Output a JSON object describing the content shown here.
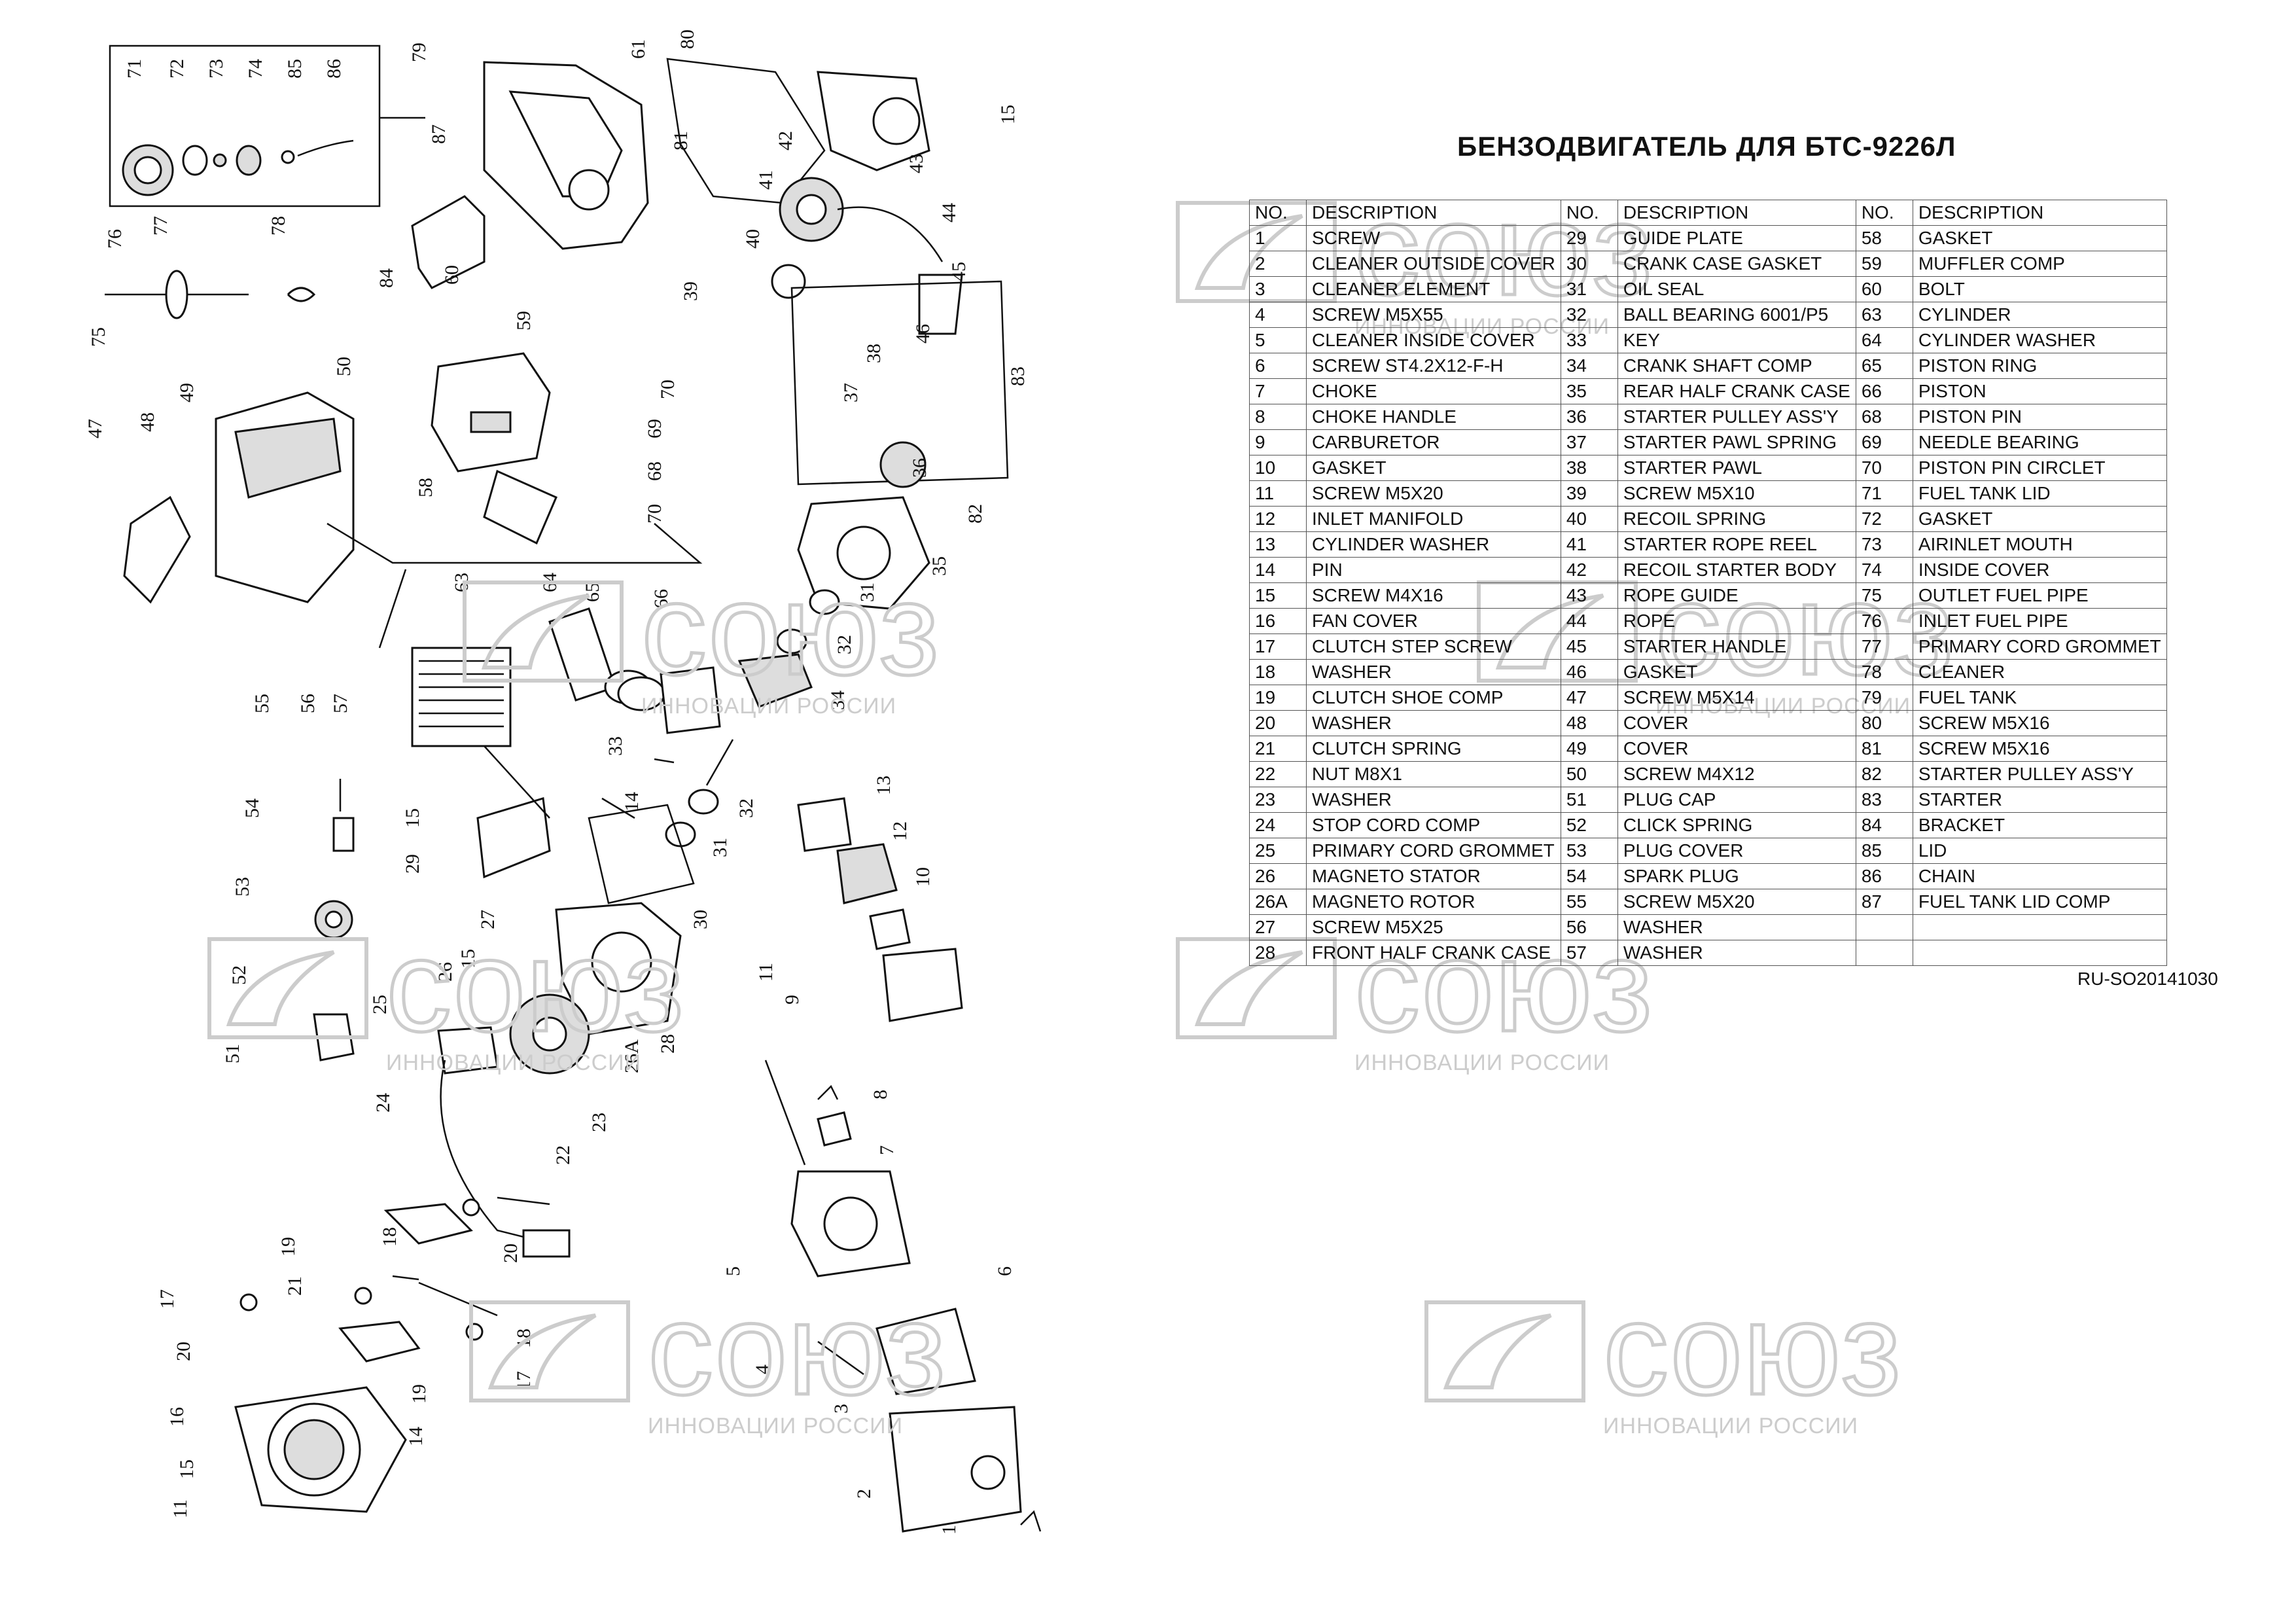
{
  "title": "БЕНЗОДВИГАТЕЛЬ ДЛЯ БТС-9226Л",
  "table_header": {
    "no": "NO.",
    "description": "DESCRIPTION"
  },
  "parts": [
    [
      "1",
      "SCREW"
    ],
    [
      "2",
      "CLEANER OUTSIDE COVER"
    ],
    [
      "3",
      "CLEANER ELEMENT"
    ],
    [
      "4",
      "SCREW M5X55"
    ],
    [
      "5",
      "CLEANER INSIDE COVER"
    ],
    [
      "6",
      "SCREW ST4.2X12-F-H"
    ],
    [
      "7",
      "CHOKE"
    ],
    [
      "8",
      "CHOKE HANDLE"
    ],
    [
      "9",
      "CARBURETOR"
    ],
    [
      "10",
      "GASKET"
    ],
    [
      "11",
      "SCREW M5X20"
    ],
    [
      "12",
      "INLET MANIFOLD"
    ],
    [
      "13",
      "CYLINDER WASHER"
    ],
    [
      "14",
      "PIN"
    ],
    [
      "15",
      "SCREW M4X16"
    ],
    [
      "16",
      "FAN COVER"
    ],
    [
      "17",
      "CLUTCH STEP SCREW"
    ],
    [
      "18",
      "WASHER"
    ],
    [
      "19",
      "CLUTCH SHOE COMP"
    ],
    [
      "20",
      "WASHER"
    ],
    [
      "21",
      "CLUTCH SPRING"
    ],
    [
      "22",
      "NUT M8X1"
    ],
    [
      "23",
      "WASHER"
    ],
    [
      "24",
      "STOP CORD COMP"
    ],
    [
      "25",
      "PRIMARY CORD GROMMET"
    ],
    [
      "26",
      "MAGNETO STATOR"
    ],
    [
      "26A",
      "MAGNETO ROTOR"
    ],
    [
      "27",
      "SCREW M5X25"
    ],
    [
      "28",
      "FRONT HALF CRANK CASE"
    ],
    [
      "29",
      "GUIDE PLATE"
    ],
    [
      "30",
      "CRANK CASE GASKET"
    ],
    [
      "31",
      "OIL SEAL"
    ],
    [
      "32",
      "BALL BEARING 6001/P5"
    ],
    [
      "33",
      "KEY"
    ],
    [
      "34",
      "CRANK SHAFT COMP"
    ],
    [
      "35",
      "REAR HALF CRANK CASE"
    ],
    [
      "36",
      "STARTER PULLEY ASS'Y"
    ],
    [
      "37",
      "STARTER PAWL SPRING"
    ],
    [
      "38",
      "STARTER PAWL"
    ],
    [
      "39",
      "SCREW M5X10"
    ],
    [
      "40",
      "RECOIL SPRING"
    ],
    [
      "41",
      "STARTER ROPE REEL"
    ],
    [
      "42",
      "RECOIL STARTER BODY"
    ],
    [
      "43",
      "ROPE GUIDE"
    ],
    [
      "44",
      "ROPE"
    ],
    [
      "45",
      "STARTER HANDLE"
    ],
    [
      "46",
      "GASKET"
    ],
    [
      "47",
      "SCREW M5X14"
    ],
    [
      "48",
      "COVER"
    ],
    [
      "49",
      "COVER"
    ],
    [
      "50",
      "SCREW M4X12"
    ],
    [
      "51",
      "PLUG CAP"
    ],
    [
      "52",
      "CLICK SPRING"
    ],
    [
      "53",
      "PLUG COVER"
    ],
    [
      "54",
      "SPARK PLUG"
    ],
    [
      "55",
      "SCREW M5X20"
    ],
    [
      "56",
      "WASHER"
    ],
    [
      "57",
      "WASHER"
    ],
    [
      "58",
      "GASKET"
    ],
    [
      "59",
      "MUFFLER COMP"
    ],
    [
      "60",
      "BOLT"
    ],
    [
      "63",
      "CYLINDER"
    ],
    [
      "64",
      "CYLINDER WASHER"
    ],
    [
      "65",
      "PISTON RING"
    ],
    [
      "66",
      "PISTON"
    ],
    [
      "68",
      "PISTON PIN"
    ],
    [
      "69",
      "NEEDLE BEARING"
    ],
    [
      "70",
      "PISTON PIN CIRCLET"
    ],
    [
      "71",
      "FUEL TANK LID"
    ],
    [
      "72",
      "GASKET"
    ],
    [
      "73",
      "AIRINLET MOUTH"
    ],
    [
      "74",
      "INSIDE COVER"
    ],
    [
      "75",
      "OUTLET FUEL PIPE"
    ],
    [
      "76",
      "INLET FUEL PIPE"
    ],
    [
      "77",
      "PRIMARY CORD GROMMET"
    ],
    [
      "78",
      "CLEANER"
    ],
    [
      "79",
      "FUEL TANK"
    ],
    [
      "80",
      "SCREW M5X16"
    ],
    [
      "81",
      "SCREW M5X16"
    ],
    [
      "82",
      "STARTER PULLEY ASS'Y"
    ],
    [
      "83",
      "STARTER"
    ],
    [
      "84",
      "BRACKET"
    ],
    [
      "85",
      "LID"
    ],
    [
      "86",
      "CHAIN"
    ],
    [
      "87",
      "FUEL TANK LID COMP"
    ]
  ],
  "doc_code": "RU-SO20141030",
  "watermark": {
    "brand": "союз",
    "sub": "ИННОВАЦИИ РОССИИ"
  },
  "callouts": [
    "71",
    "72",
    "73",
    "74",
    "85",
    "86",
    "87",
    "79",
    "61",
    "80",
    "81",
    "15",
    "42",
    "43",
    "41",
    "40",
    "44",
    "39",
    "45",
    "46",
    "83",
    "76",
    "77",
    "78",
    "75",
    "84",
    "60",
    "59",
    "50",
    "49",
    "48",
    "47",
    "70",
    "69",
    "68",
    "70",
    "58",
    "38",
    "37",
    "36",
    "82",
    "35",
    "63",
    "64",
    "65",
    "66",
    "31",
    "32",
    "34",
    "33",
    "55",
    "56",
    "57",
    "13",
    "12",
    "10",
    "32",
    "31",
    "30",
    "14",
    "15",
    "29",
    "54",
    "53",
    "52",
    "51",
    "27",
    "15",
    "26",
    "25",
    "28",
    "26A",
    "24",
    "23",
    "22",
    "11",
    "9",
    "8",
    "7",
    "20",
    "19",
    "21",
    "18",
    "17",
    "20",
    "18",
    "17",
    "19",
    "16",
    "15",
    "11",
    "14",
    "6",
    "5",
    "4",
    "3",
    "2",
    "1"
  ]
}
